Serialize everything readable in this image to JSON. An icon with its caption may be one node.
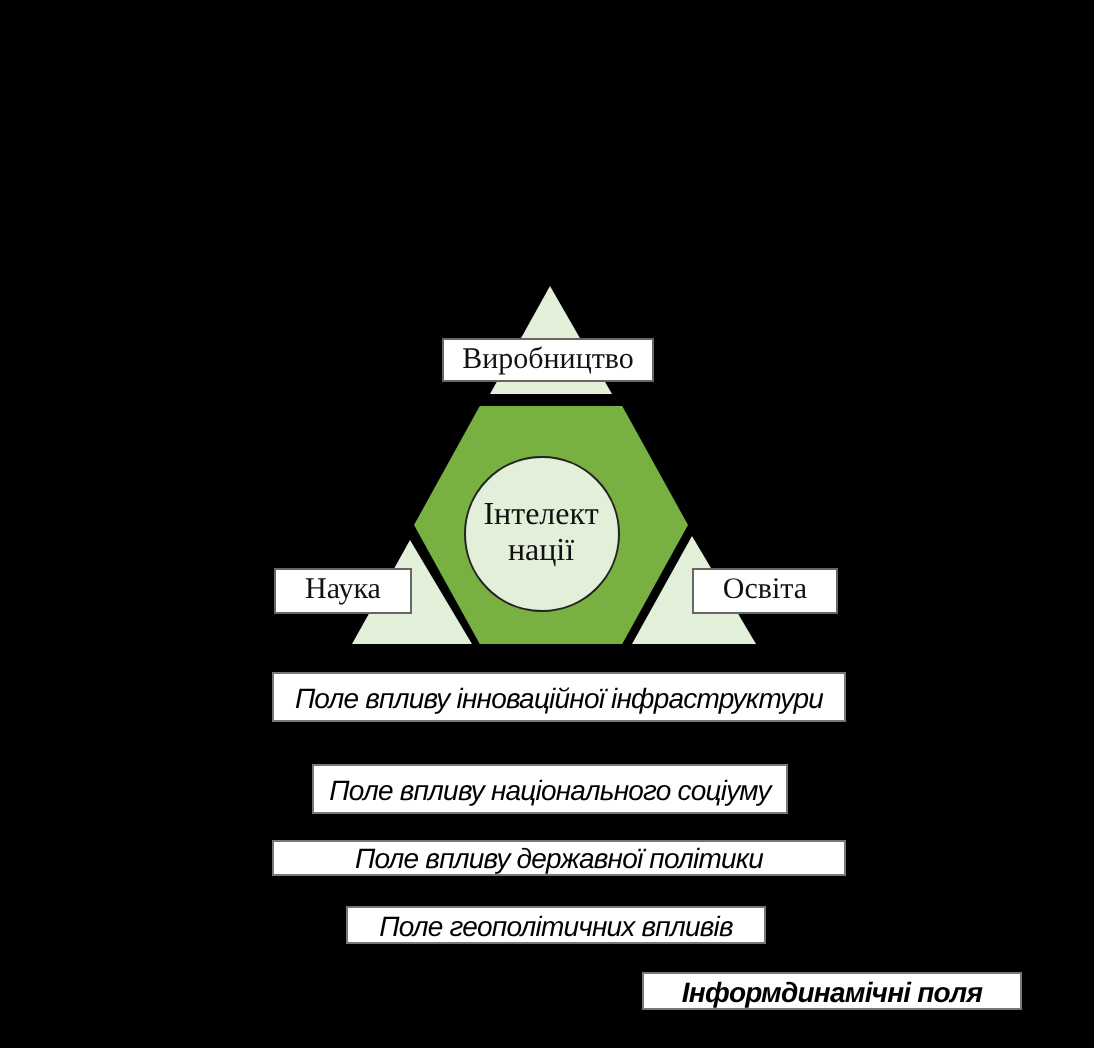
{
  "diagram": {
    "nodes": [
      {
        "text": [
          "Виробництво"
        ]
      },
      {
        "text": [],
        "shape": "hexagon"
      },
      {
        "text": [
          "Інтелект нації"
        ],
        "in": 1
      },
      {
        "text": [
          "Наука"
        ]
      },
      {
        "text": [
          "Освіта"
        ]
      },
      {
        "text": [
          "Поле впливу інноваційної інфраструктури"
        ]
      },
      {
        "text": [
          "Поле впливу національного соціуму"
        ]
      },
      {
        "text": [
          "Поле впливу державної політики"
        ]
      },
      {
        "text": [
          "Поле геополітичних впливів"
        ]
      },
      {
        "text": [
          "Інформдинамічні поля"
        ]
      }
    ]
  }
}
